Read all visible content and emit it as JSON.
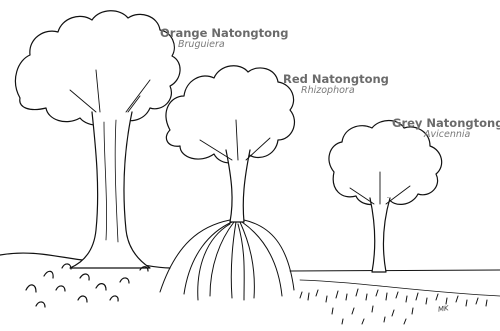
{
  "trees": [
    {
      "common_name": "Orange Natongtong",
      "scientific_name": "Bruguiera"
    },
    {
      "common_name": "Red Natongtong",
      "scientific_name": "Rhizophora"
    },
    {
      "common_name": "Grey Natongtong",
      "scientific_name": "Avicennia"
    }
  ],
  "signature": "MK"
}
